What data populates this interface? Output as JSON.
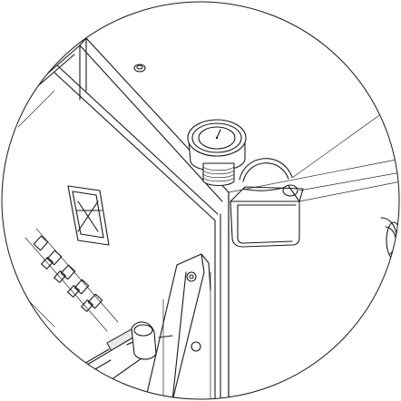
{
  "figure": {
    "kind": "technical-line-drawing",
    "view": "circular-detail-view",
    "colors": {
      "line": "#1a1a1a",
      "background": "#ffffff",
      "shade": "#e9e9e9"
    },
    "parts": [
      {
        "name": "pressure-gauge",
        "icon": "gauge-icon"
      },
      {
        "name": "threaded-fitting",
        "icon": "thread-icon"
      },
      {
        "name": "wire-loop-hanger",
        "icon": "loop-icon"
      },
      {
        "name": "mounting-bracket",
        "icon": "bracket-icon"
      },
      {
        "name": "cabinet-panel",
        "icon": "panel-icon"
      },
      {
        "name": "front-handle",
        "icon": "handle-icon"
      },
      {
        "name": "brand-emblem",
        "icon": "emblem-icon"
      },
      {
        "name": "side-badge",
        "icon": "badge-icon"
      }
    ]
  }
}
